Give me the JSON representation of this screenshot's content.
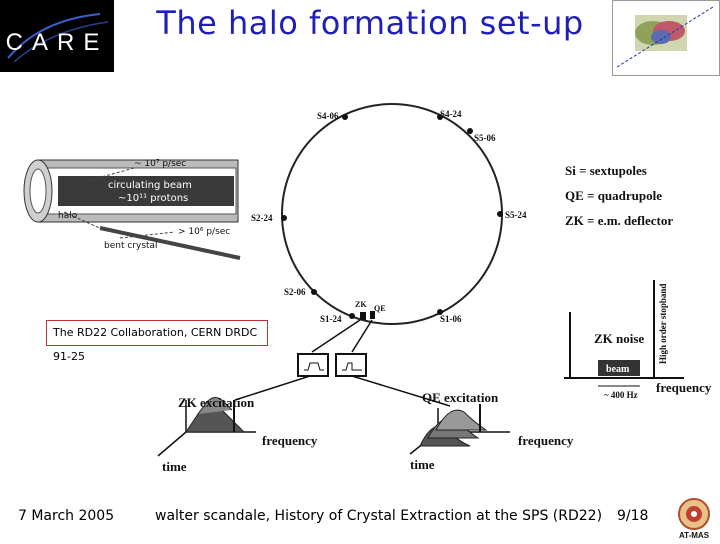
{
  "header": {
    "title": "The halo formation set-up",
    "logo_text": "CARE"
  },
  "ring": {
    "stations": [
      "S4-06",
      "S4-24",
      "S5-06",
      "S5-24",
      "S1-06",
      "S1-24",
      "S2-06",
      "S2-24"
    ],
    "zk_label": "ZK",
    "qe_label": "QE"
  },
  "legend": {
    "line1": "Si = sextupoles",
    "line2": "QE = quadrupole",
    "line3": "ZK = e.m. deflector"
  },
  "beam_sketch": {
    "halo_rate": "~ 10⁷ p/sec",
    "circulating_beam": "circulating beam",
    "protons": "~10¹¹ protons",
    "halo": "halo",
    "extracted_rate": "> 10⁶ p/sec",
    "crystal": "bent crystal"
  },
  "credit": "The RD22 Collaboration, CERN DRDC 91-25",
  "spectrum": {
    "zk_noise": "ZK noise",
    "beam": "beam",
    "hz": "~ 400 Hz",
    "frequency": "frequency",
    "stopband": "High order stopband"
  },
  "zk_plot": {
    "title": "ZK excitation",
    "frequency": "frequency",
    "time": "time"
  },
  "qe_plot": {
    "title": "QE excitation",
    "frequency": "frequency",
    "time": "time"
  },
  "footer": {
    "date": "7 March 2005",
    "author": "walter scandale, History of Crystal Extraction at the SPS (RD22)",
    "page": "9/18"
  },
  "logos": {
    "atmas": "AT-MAS"
  }
}
